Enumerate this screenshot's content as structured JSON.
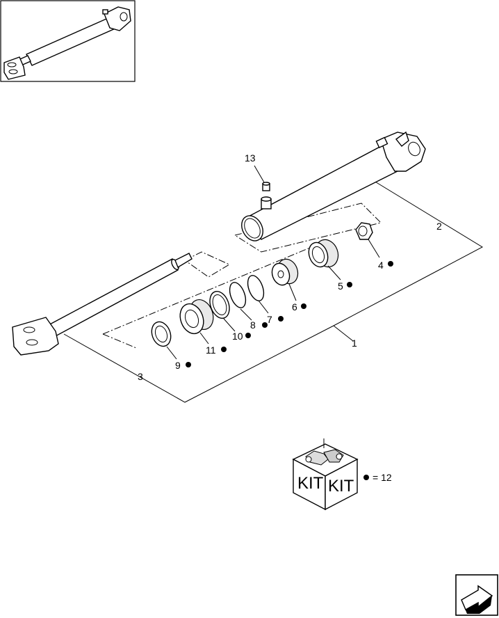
{
  "callouts": [
    {
      "number": "1",
      "kit": false
    },
    {
      "number": "2",
      "kit": false
    },
    {
      "number": "3",
      "kit": false
    },
    {
      "number": "4",
      "kit": true
    },
    {
      "number": "5",
      "kit": true
    },
    {
      "number": "6",
      "kit": true
    },
    {
      "number": "7",
      "kit": true
    },
    {
      "number": "8",
      "kit": true
    },
    {
      "number": "9",
      "kit": true
    },
    {
      "number": "10",
      "kit": true
    },
    {
      "number": "11",
      "kit": true
    },
    {
      "number": "13",
      "kit": false
    }
  ],
  "kit": {
    "box_labels": [
      "KIT",
      "KIT"
    ],
    "legend_text": "= 12"
  },
  "icons": {
    "thumbnail": "cylinder-thumbnail-icon",
    "kit_box": "kit-box-icon",
    "navigation": "next-page-arrow-icon"
  }
}
